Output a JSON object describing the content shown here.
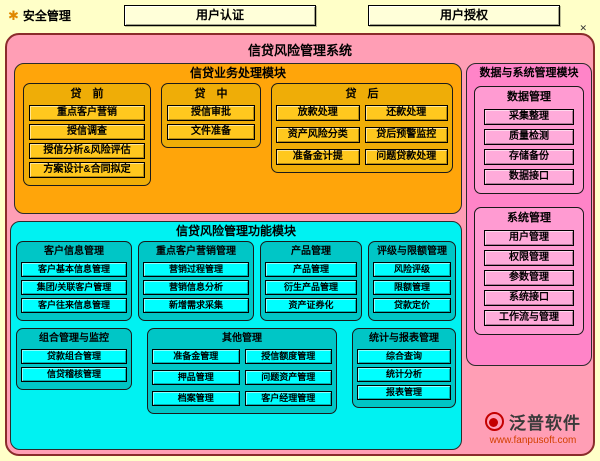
{
  "top_bar": {
    "security_label": "安全管理",
    "user_auth": "用户认证",
    "user_authz": "用户授权"
  },
  "system_title": "信贷风险管理系统",
  "business_module": {
    "title": "信贷业务处理模块",
    "pre_loan": {
      "title": "贷　前",
      "items": [
        "重点客户营销",
        "授信调查",
        "授信分析&风险评估",
        "方案设计&合同拟定"
      ]
    },
    "mid_loan": {
      "title": "贷　中",
      "items": [
        "授信审批",
        "文件准备"
      ]
    },
    "post_loan": {
      "title": "贷　后",
      "items": [
        "放款处理",
        "还款处理",
        "资产风险分类",
        "贷后预警监控",
        "准备金计提",
        "问题贷款处理"
      ]
    }
  },
  "function_module": {
    "title": "信贷风险管理功能模块",
    "customer_info": {
      "title": "客户信息管理",
      "items": [
        "客户基本信息管理",
        "集团/关联客户管理",
        "客户往来信息管理"
      ]
    },
    "key_marketing": {
      "title": "重点客户营销管理",
      "items": [
        "营销过程管理",
        "营销信息分析",
        "新增需求采集"
      ]
    },
    "product": {
      "title": "产品管理",
      "items": [
        "产品管理",
        "衍生产品管理",
        "资产证券化"
      ]
    },
    "rating_limit": {
      "title": "评级与限额管理",
      "items": [
        "风险评级",
        "限额管理",
        "贷款定价"
      ]
    },
    "portfolio": {
      "title": "组合管理与监控",
      "items": [
        "贷款组合管理",
        "信贷稽核管理"
      ]
    },
    "other": {
      "title": "其他管理",
      "items": [
        "准备金管理",
        "授信额度管理",
        "押品管理",
        "问题资产管理",
        "档案管理",
        "客户经理管理"
      ]
    },
    "statistics": {
      "title": "统计与报表管理",
      "items": [
        "综合查询",
        "统计分析",
        "报表管理"
      ]
    }
  },
  "data_system_module": {
    "title": "数据与系统管理模块",
    "data_mgmt": {
      "title": "数据管理",
      "items": [
        "采集整理",
        "质量检测",
        "存储备份",
        "数据接口"
      ]
    },
    "system_mgmt": {
      "title": "系统管理",
      "items": [
        "用户管理",
        "权限管理",
        "参数管理",
        "系统接口",
        "工作流与管理"
      ]
    }
  },
  "logo": {
    "brand": "泛普软件",
    "url": "www.fanpusoft.com"
  },
  "colors": {
    "page_bg": "#FFFFC8",
    "panel_bg": "#FF9EB5",
    "panel_border": "#8A2B2B",
    "business_module": "#FFA50A",
    "business_group": "#EFAD07",
    "business_item": "#FFC81E",
    "function_module": "#00F2F2",
    "function_group": "#00C6C6",
    "function_item": "#00FFFF",
    "data_module": "#FF84C8",
    "data_group": "#FF9BD2",
    "data_item": "#FFABDA",
    "logo_red": "#C40000"
  }
}
